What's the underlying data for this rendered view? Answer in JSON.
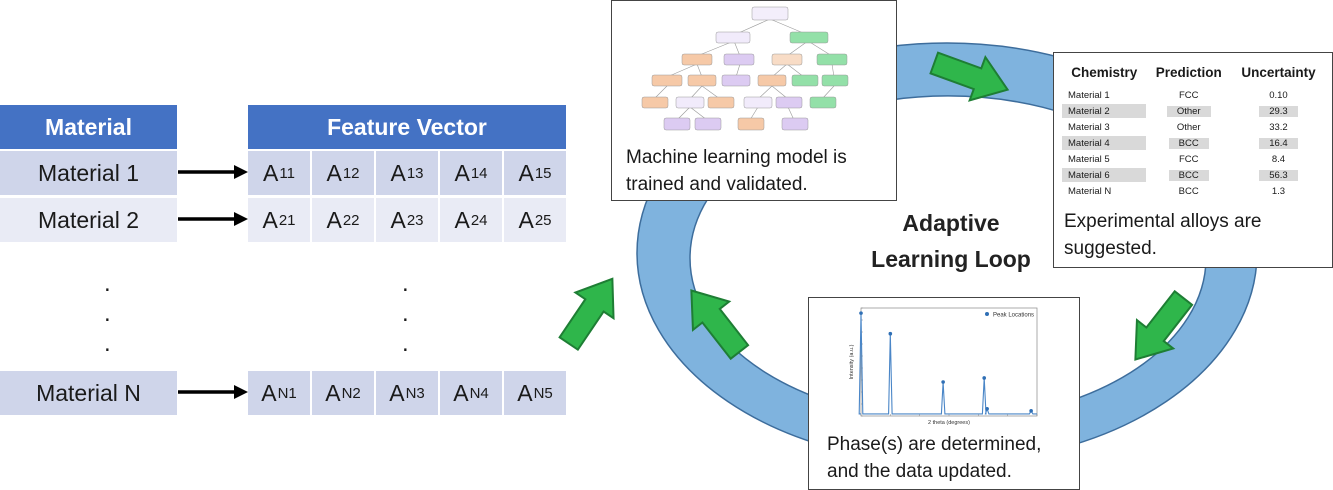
{
  "table": {
    "material_header": "Material",
    "feature_header": "Feature Vector",
    "rows": [
      {
        "material": "Material 1",
        "features": [
          {
            "base": "A",
            "sub": "11"
          },
          {
            "base": "A",
            "sub": "12"
          },
          {
            "base": "A",
            "sub": "13"
          },
          {
            "base": "A",
            "sub": "14"
          },
          {
            "base": "A",
            "sub": "15"
          }
        ]
      },
      {
        "material": "Material 2",
        "features": [
          {
            "base": "A",
            "sub": "21"
          },
          {
            "base": "A",
            "sub": "22"
          },
          {
            "base": "A",
            "sub": "23"
          },
          {
            "base": "A",
            "sub": "24"
          },
          {
            "base": "A",
            "sub": "25"
          }
        ]
      },
      {
        "material": "Material N",
        "features": [
          {
            "base": "A",
            "sub": "N1"
          },
          {
            "base": "A",
            "sub": "N2"
          },
          {
            "base": "A",
            "sub": "N3"
          },
          {
            "base": "A",
            "sub": "N4"
          },
          {
            "base": "A",
            "sub": "N5"
          }
        ]
      }
    ],
    "ellipsis": "."
  },
  "loop": {
    "title_line1": "Adaptive",
    "title_line2": "Learning Loop"
  },
  "model_box": {
    "caption_line1": "Machine learning model is",
    "caption_line2": "trained and validated."
  },
  "prediction_box": {
    "headers": [
      "Chemistry",
      "Prediction",
      "Uncertainty"
    ],
    "rows": [
      [
        "Material 1",
        "FCC",
        "0.10"
      ],
      [
        "Material 2",
        "Other",
        "29.3"
      ],
      [
        "Material 3",
        "Other",
        "33.2"
      ],
      [
        "Material 4",
        "BCC",
        "16.4"
      ],
      [
        "Material 5",
        "FCC",
        "8.4"
      ],
      [
        "Material 6",
        "BCC",
        "56.3"
      ],
      [
        "Material N",
        "BCC",
        "1.3"
      ]
    ],
    "caption_line1": "Experimental alloys are",
    "caption_line2": "suggested."
  },
  "xrd_box": {
    "legend": "Peak Locations",
    "xlabel": "2 theta (degrees)",
    "ylabel": "Intensity (a.u.)",
    "caption_line1": "Phase(s) are determined,",
    "caption_line2": "and the data updated."
  },
  "chart_data": {
    "type": "line",
    "series": [
      {
        "name": "Peak Locations",
        "x": [
          30,
          40,
          58,
          72,
          73,
          88
        ],
        "y": [
          1.0,
          0.8,
          0.33,
          0.37,
          0.07,
          0.05
        ]
      }
    ],
    "xlim": [
      30,
      90
    ],
    "ylim": [
      0,
      1.05
    ]
  },
  "colors": {
    "header_blue": "#4472c4",
    "loop_blue": "#7fb3de",
    "loop_edge": "#3d6d9c",
    "arrow_green": "#2fb64b",
    "arrow_dark": "#1e7e34",
    "node_orange": "#f6c9a7",
    "node_green": "#93e0a8",
    "node_purple": "#dccbf2",
    "plot_blue": "#4a86c7"
  }
}
